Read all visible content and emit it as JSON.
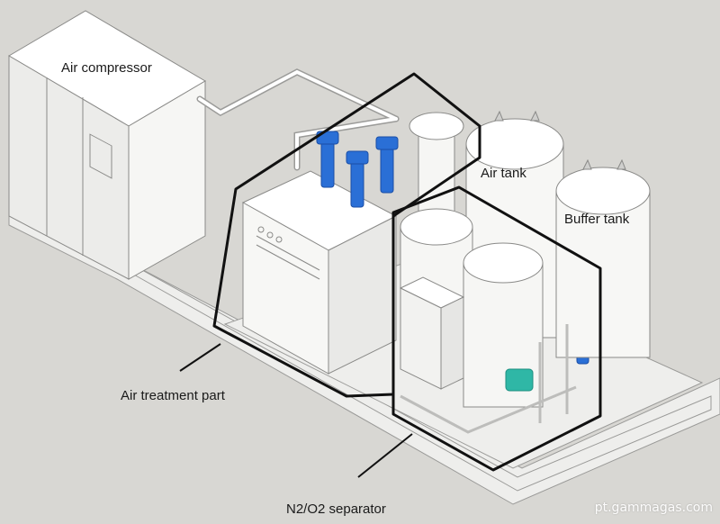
{
  "labels": {
    "air_compressor": "Air compressor",
    "air_tank": "Air tank",
    "buffer_tank": "Buffer tank",
    "air_treatment_part": "Air treatment part",
    "separator": "N2/O2 separator"
  },
  "watermark": "pt.gammagas.com",
  "colors": {
    "background": "#d8d7d3",
    "equipment": "#f4f4f2",
    "outline": "#8a8a88",
    "filters": "#2a6fd6",
    "pump": "#2fb7a6",
    "boundary_lines": "#111111"
  }
}
